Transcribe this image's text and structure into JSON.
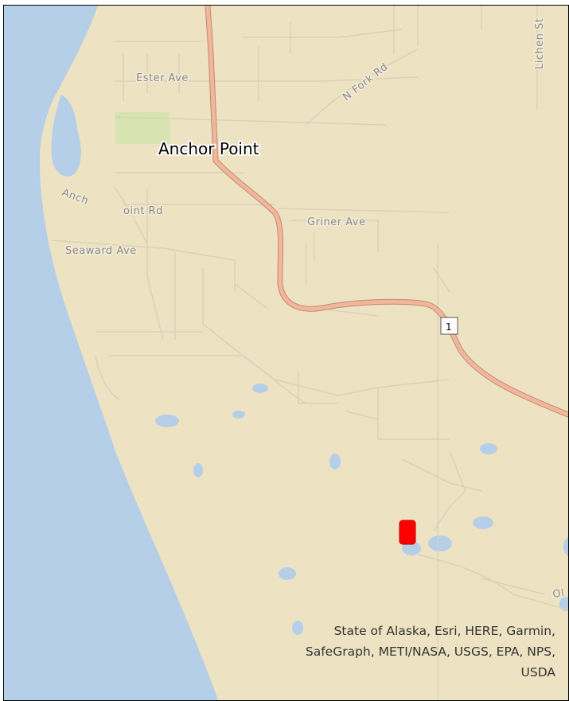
{
  "map": {
    "place_label": "Anchor Point",
    "highway_shield": "1",
    "road_labels": {
      "ester": "Ester Ave",
      "n_fork": "N Fork Rd",
      "anchor_point_rd_1": "Anch",
      "anchor_point_rd_2": "oint Rd",
      "griner": "Griner Ave",
      "seaward": "Seaward Ave",
      "lichen": "Lichen St",
      "ol": "Ol"
    },
    "attribution": "State of Alaska, Esri, HERE, Garmin, SafeGraph, METI/NASA, USGS, EPA, NPS, USDA",
    "colors": {
      "land": "#ede3c3",
      "water": "#b5cfe9",
      "highway": "#e8a98a",
      "park": "#d7e3b0",
      "marker": "#ff0000"
    }
  }
}
